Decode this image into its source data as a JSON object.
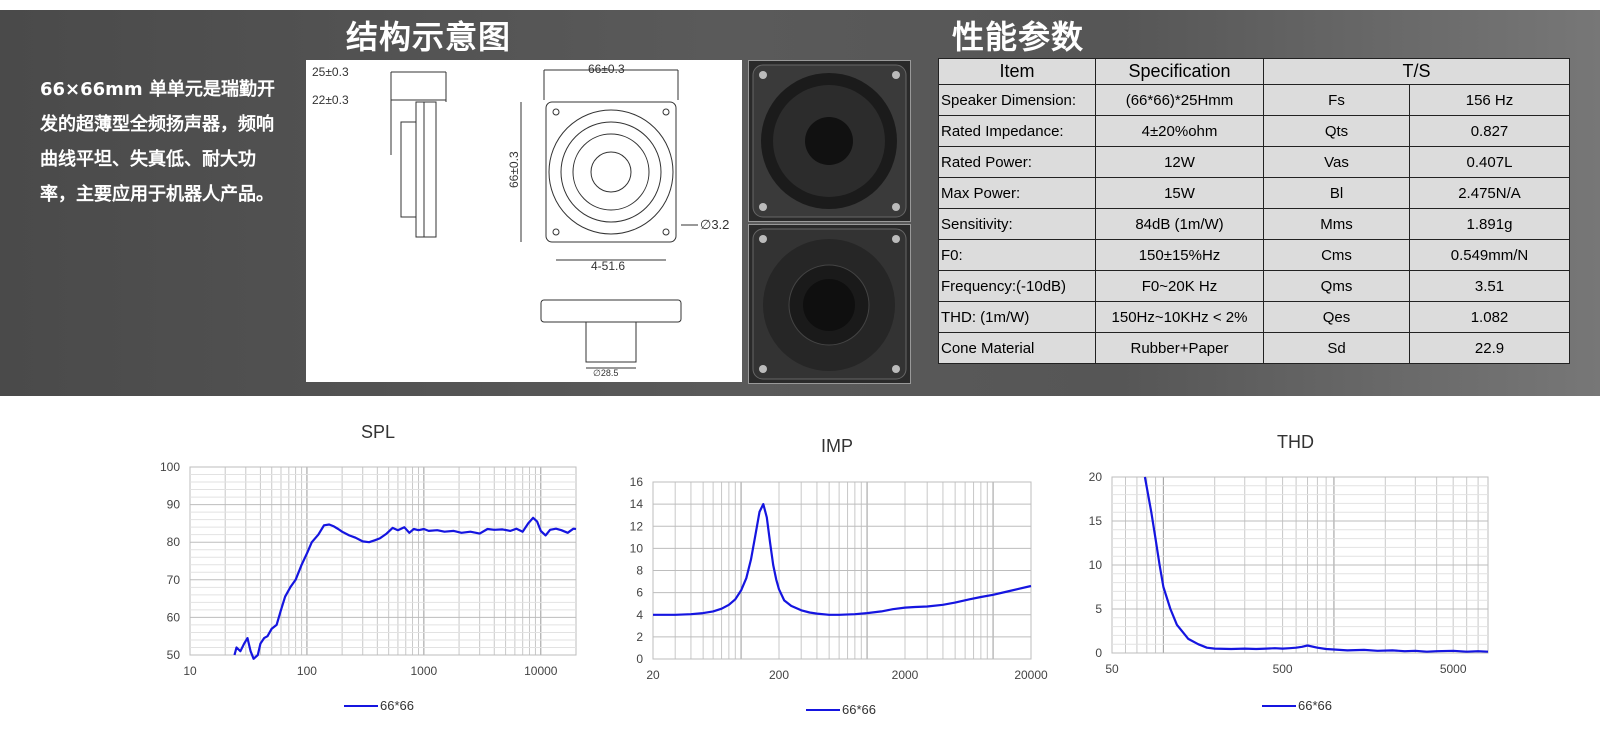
{
  "header": {
    "structure_title": "结构示意图",
    "performance_title": "性能参数",
    "intro": "66×66mm 单单元是瑞勤开发的超薄型全频扬声器，频响曲线平坦、失真低、耐大功率，主要应用于机器人产品。"
  },
  "drawing": {
    "dims": [
      "25±0.3",
      "22±0.3",
      "66±0.3",
      "66±0.3",
      "4-51.6",
      "∅3.2",
      "∅28.5"
    ]
  },
  "table": {
    "headers": [
      "Item",
      "Specification",
      "T/S"
    ],
    "rows": [
      [
        "Speaker Dimension:",
        "(66*66)*25Hmm",
        "Fs",
        "156 Hz"
      ],
      [
        "Rated Impedance:",
        "4±20%ohm",
        "Qts",
        "0.827"
      ],
      [
        "Rated Power:",
        "12W",
        "Vas",
        "0.407L"
      ],
      [
        "Max Power:",
        "15W",
        "Bl",
        "2.475N/A"
      ],
      [
        "Sensitivity:",
        "84dB (1m/W)",
        "Mms",
        "1.891g"
      ],
      [
        "F0:",
        "150±15%Hz",
        "Cms",
        "0.549mm/N"
      ],
      [
        "Frequency:(-10dB)",
        "F0~20K Hz",
        "Qms",
        "3.51"
      ],
      [
        "THD: (1m/W)",
        "150Hz~10KHz < 2%",
        "Qes",
        "1.082"
      ],
      [
        "Cone  Material",
        "Rubber+Paper",
        "Sd",
        "22.9"
      ]
    ]
  },
  "chart_data": [
    {
      "type": "line",
      "title": "SPL",
      "xscale": "log",
      "xlim": [
        10,
        20000
      ],
      "ylim": [
        50,
        100
      ],
      "xticks": [
        10,
        100,
        1000,
        10000
      ],
      "yticks": [
        50,
        60,
        70,
        80,
        90,
        100
      ],
      "legend": "bottom",
      "series": [
        {
          "name": "66*66",
          "color": "#1515e0",
          "x": [
            24,
            25,
            27,
            29,
            31,
            33,
            35,
            38,
            40,
            43,
            46,
            50,
            55,
            60,
            65,
            72,
            80,
            90,
            100,
            110,
            125,
            140,
            155,
            170,
            185,
            200,
            230,
            260,
            300,
            340,
            380,
            420,
            480,
            540,
            600,
            680,
            750,
            820,
            900,
            1000,
            1100,
            1300,
            1500,
            1800,
            2100,
            2500,
            3000,
            3500,
            4000,
            4700,
            5500,
            6200,
            7000,
            7800,
            8600,
            9300,
            10000,
            11000,
            12000,
            13500,
            15000,
            17000,
            19000,
            20000
          ],
          "y": [
            50,
            52,
            51,
            53,
            54.5,
            51,
            49,
            50,
            53,
            54.5,
            55,
            57,
            58,
            62,
            65.5,
            68,
            70,
            74,
            77,
            80,
            82,
            84.5,
            84.7,
            84.2,
            83.5,
            82.8,
            81.8,
            81.2,
            80.2,
            80,
            80.5,
            81,
            82.3,
            83.8,
            83.2,
            84,
            82.5,
            83.5,
            83.2,
            83.5,
            83,
            83.2,
            82.8,
            83,
            82.5,
            82.8,
            82.3,
            83.5,
            83.3,
            83.4,
            83,
            83.6,
            82.8,
            85,
            86.5,
            85.5,
            83,
            81.8,
            83.3,
            83.6,
            83.2,
            82.5,
            83.6,
            83.5
          ]
        }
      ]
    },
    {
      "type": "line",
      "title": "IMP",
      "xscale": "log",
      "xlim": [
        20,
        20000
      ],
      "ylim": [
        0,
        16
      ],
      "xticks": [
        20,
        200,
        2000,
        20000
      ],
      "yticks": [
        0,
        2,
        4,
        6,
        8,
        10,
        12,
        14,
        16
      ],
      "legend": "bottom",
      "series": [
        {
          "name": "66*66",
          "color": "#1515e0",
          "x": [
            20,
            30,
            40,
            50,
            60,
            70,
            80,
            90,
            100,
            110,
            120,
            130,
            140,
            150,
            160,
            170,
            180,
            190,
            200,
            220,
            250,
            300,
            350,
            400,
            500,
            600,
            800,
            1000,
            1300,
            1600,
            2000,
            2400,
            3000,
            4000,
            5000,
            6500,
            8000,
            10000,
            13000,
            16000,
            20000
          ],
          "y": [
            4,
            4,
            4.05,
            4.15,
            4.3,
            4.55,
            4.9,
            5.4,
            6.2,
            7.3,
            9,
            11.2,
            13.3,
            14,
            12.8,
            10.5,
            8.5,
            7.2,
            6.3,
            5.3,
            4.8,
            4.4,
            4.2,
            4.1,
            4.0,
            4.0,
            4.05,
            4.15,
            4.3,
            4.5,
            4.65,
            4.7,
            4.75,
            4.9,
            5.1,
            5.4,
            5.6,
            5.8,
            6.1,
            6.35,
            6.6
          ]
        }
      ]
    },
    {
      "type": "line",
      "title": "THD",
      "xscale": "log",
      "xlim": [
        50,
        8000
      ],
      "ylim": [
        0,
        20
      ],
      "xticks": [
        50,
        500,
        5000
      ],
      "yticks": [
        0,
        5,
        10,
        15,
        20
      ],
      "legend": "bottom",
      "series": [
        {
          "name": "66*66",
          "color": "#1515e0",
          "x": [
            78,
            85,
            90,
            95,
            100,
            110,
            120,
            140,
            160,
            180,
            200,
            250,
            300,
            350,
            400,
            450,
            500,
            550,
            600,
            650,
            700,
            800,
            900,
            1000,
            1200,
            1500,
            1800,
            2200,
            2600,
            3000,
            3500,
            4000,
            5000,
            6000,
            7000,
            8000
          ],
          "y": [
            20,
            16,
            13,
            10,
            7.5,
            5,
            3.2,
            1.6,
            1.0,
            0.6,
            0.5,
            0.45,
            0.5,
            0.45,
            0.5,
            0.55,
            0.5,
            0.55,
            0.6,
            0.7,
            0.85,
            0.6,
            0.45,
            0.4,
            0.3,
            0.35,
            0.25,
            0.3,
            0.2,
            0.25,
            0.15,
            0.2,
            0.25,
            0.15,
            0.2,
            0.15
          ]
        }
      ]
    }
  ]
}
